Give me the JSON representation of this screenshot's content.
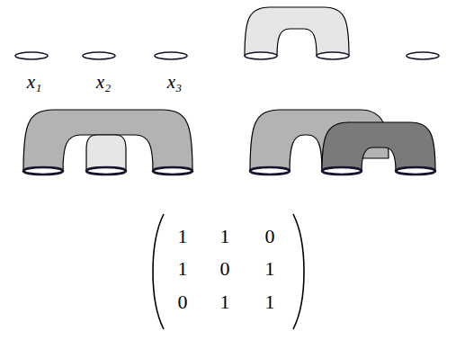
{
  "diagram": {
    "labels": [
      "x₁",
      "x₂",
      "x₃",
      "1",
      "1",
      "0",
      "1",
      "0",
      "1",
      "0",
      "1",
      "1"
    ]
  }
}
